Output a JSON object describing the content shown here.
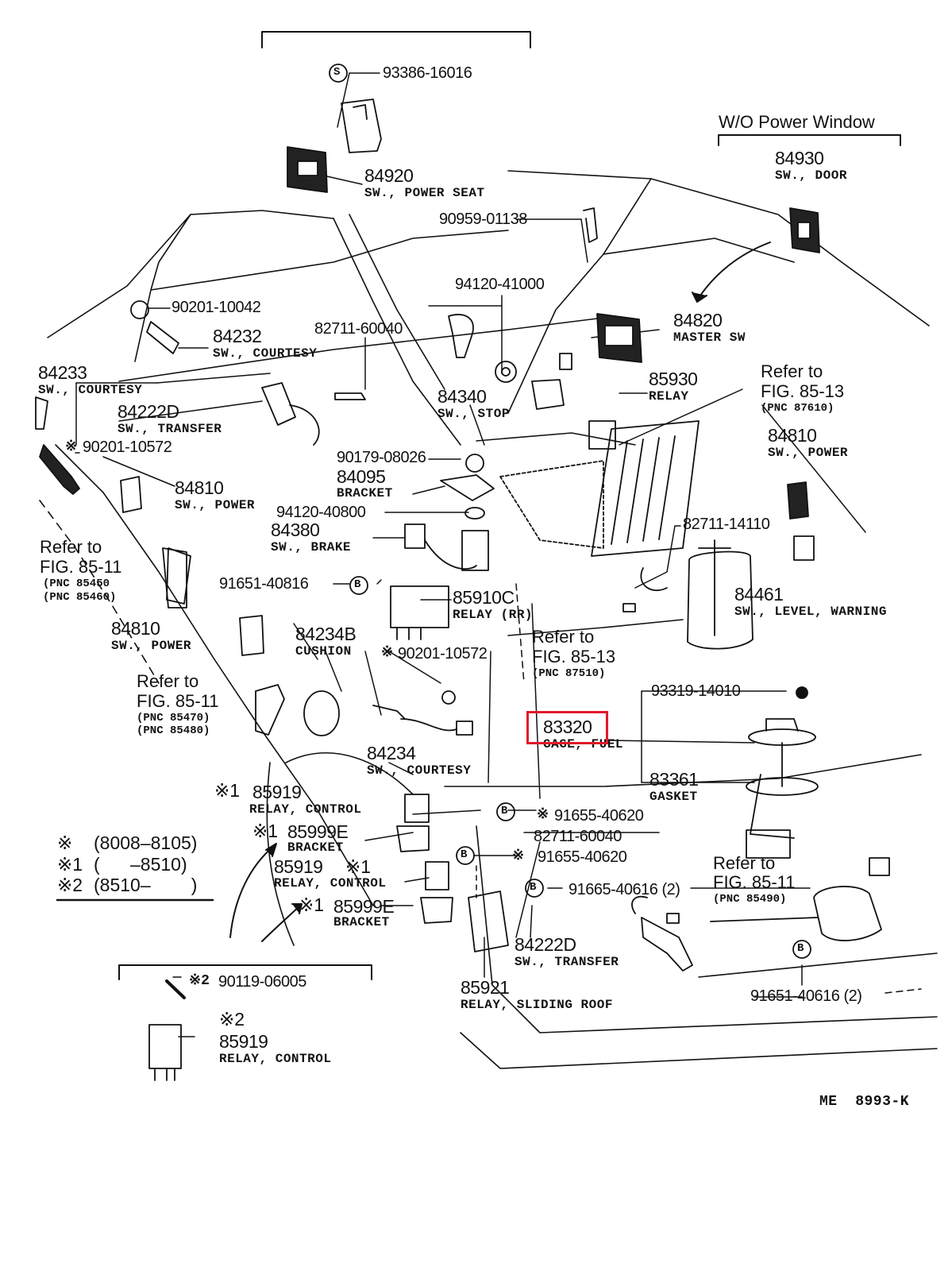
{
  "header": {
    "wo_power_window": "W/O Power Window"
  },
  "parts": {
    "p93386": "93386-16016",
    "p84920": "84920",
    "p84920_name": "SW., POWER SEAT",
    "p84930": "84930",
    "p84930_name": "SW., DOOR",
    "p90959": "90959-01138",
    "p94120a": "94120-41000",
    "p90201a": "90201-10042",
    "p84232": "84232",
    "p84232_name": "SW., COURTESY",
    "p82711a": "82711-60040",
    "p84820": "84820",
    "p84820_name": "MASTER SW",
    "p84233": "84233",
    "p84233_name": "SW., COURTESY",
    "p84222a": "84222D",
    "p84222a_name": "SW., TRANSFER",
    "p84340": "84340",
    "p84340_name": "SW., STOP",
    "p85930": "85930",
    "p85930_name": "RELAY",
    "p90201b": "90201-10572",
    "p90179": "90179-08026",
    "p84095": "84095",
    "p84095_name": "BRACKET",
    "p84810a": "84810",
    "p84810a_name": "SW., POWER",
    "p84810b": "84810",
    "p84810b_name": "SW., POWER",
    "p84810c": "84810",
    "p84810c_name": "SW., POWER",
    "p94120b": "94120-40800",
    "p84380": "84380",
    "p84380_name": "SW., BRAKE",
    "p82711b": "82711-14110",
    "p91651a": "91651-40816",
    "p85910": "85910C",
    "p85910_name": "RELAY (RR)",
    "p84461": "84461",
    "p84461_name": "SW., LEVEL, WARNING",
    "p84234b": "84234B",
    "p84234b_name": "CUSHION",
    "p90201c": "90201-10572",
    "p93319": "93319-14010",
    "p83320": "83320",
    "p83320_name": "GAGE, FUEL",
    "p84234": "84234",
    "p84234_name": "SW., COURTESY",
    "p83361": "83361",
    "p83361_name": "GASKET",
    "p85919a": "85919",
    "p85919a_name": "RELAY, CONTROL",
    "p91655a": "91655-40620",
    "p85999a": "85999E",
    "p85999a_name": "BRACKET",
    "p82711c": "82711-60040",
    "p91655b": "91655-40620",
    "p85919b": "85919",
    "p85919b_name": "RELAY, CONTROL",
    "p91665": "91665-40616 (2)",
    "p85999b": "85999E",
    "p85999b_name": "BRACKET",
    "p84222b": "84222D",
    "p84222b_name": "SW., TRANSFER",
    "p90119": "90119-06005",
    "p85921": "85921",
    "p85921_name": "RELAY, SLIDING ROOF",
    "p91651b": "91651-40616 (2)",
    "p85919c": "85919",
    "p85919c_name": "RELAY, CONTROL"
  },
  "refs": {
    "r1_a": "Refer to",
    "r1_b": "FIG. 85-13",
    "r1_c": "(PNC 87610)",
    "r2_a": "Refer to",
    "r2_b": "FIG. 85-11",
    "r2_c": "(PNC 85450",
    "r2_d": "(PNC 85460)",
    "r3_a": "Refer to",
    "r3_b": "FIG. 85-13",
    "r3_c": "(PNC 87510)",
    "r4_a": "Refer to",
    "r4_b": "FIG. 85-11",
    "r4_c": "(PNC 85470)",
    "r4_d": "(PNC 85480)",
    "r5_a": "Refer to",
    "r5_b": "FIG. 85-11",
    "r5_c": "(PNC 85490)"
  },
  "markers": {
    "s": "S",
    "b": "B",
    "star": "※",
    "star1": "※1",
    "star2": "※2"
  },
  "legend": {
    "row1_mark": "※",
    "row1_range": "(8008–8105)",
    "row2_mark": "※1",
    "row2_range": "(      –8510)",
    "row3_mark": "※2",
    "row3_range": "(8510–        )"
  },
  "footer": {
    "code": "ME  8993-K"
  },
  "highlight": {
    "color": "#e0192b",
    "target": "83320"
  }
}
